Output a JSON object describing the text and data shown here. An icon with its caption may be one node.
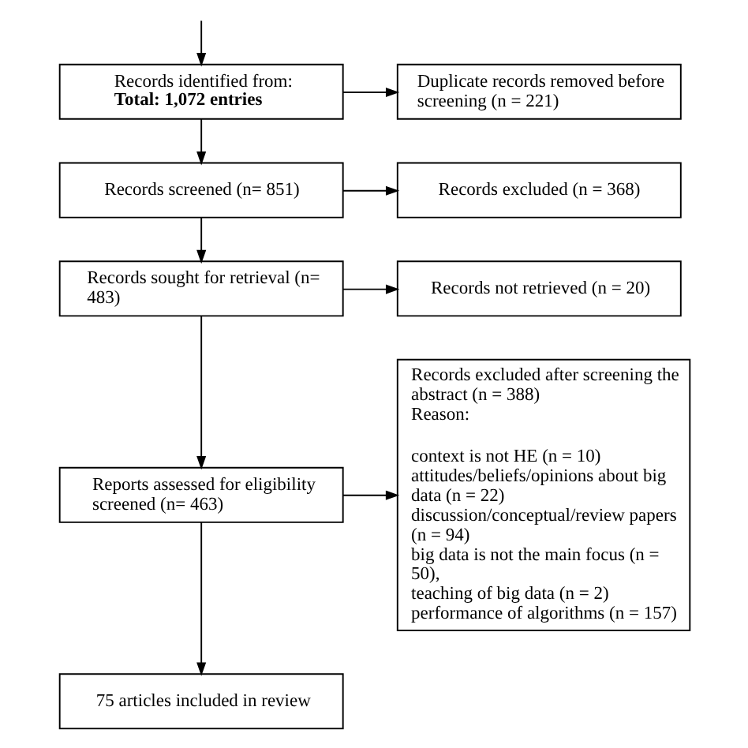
{
  "diagram": {
    "nodes": [
      {
        "text": [
          "Records identified from:",
          "Total: 1,072 entries"
        ]
      },
      {
        "text": [
          "Duplicate records removed before screening (n = 221)"
        ]
      },
      {
        "text": [
          "Records screened (n= 851)"
        ]
      },
      {
        "text": [
          "Records excluded (n = 368)"
        ]
      },
      {
        "text": [
          "Records sought for retrieval (n= 483)"
        ]
      },
      {
        "text": [
          "Records not retrieved (n = 20)"
        ]
      },
      {
        "text": [
          "Reports assessed for eligibility screened (n= 463)"
        ]
      },
      {
        "text": [
          "Records excluded after screening the abstract (n = 388)",
          "Reason:",
          "context is not HE (n = 10)",
          "attitudes/beliefs/opinions about big data (n = 22)",
          "discussion/conceptual/review papers (n = 94)",
          "big data is not the main focus (n = 50),",
          "teaching of big data (n = 2)",
          "performance of algorithms (n = 157)"
        ]
      },
      {
        "text": [
          "75 articles included in review"
        ]
      }
    ],
    "edges": [
      {
        "from": null,
        "to": 0,
        "arrow": "to"
      },
      {
        "from": 0,
        "to": 1,
        "arrow": "to"
      },
      {
        "from": 0,
        "to": 2,
        "arrow": "to"
      },
      {
        "from": 2,
        "to": 3,
        "arrow": "to"
      },
      {
        "from": 2,
        "to": 4,
        "arrow": "to"
      },
      {
        "from": 4,
        "to": 5,
        "arrow": "to"
      },
      {
        "from": 4,
        "to": 6,
        "arrow": "to"
      },
      {
        "from": 6,
        "to": 7,
        "arrow": "to"
      },
      {
        "from": 6,
        "to": 8,
        "arrow": "to"
      }
    ]
  }
}
